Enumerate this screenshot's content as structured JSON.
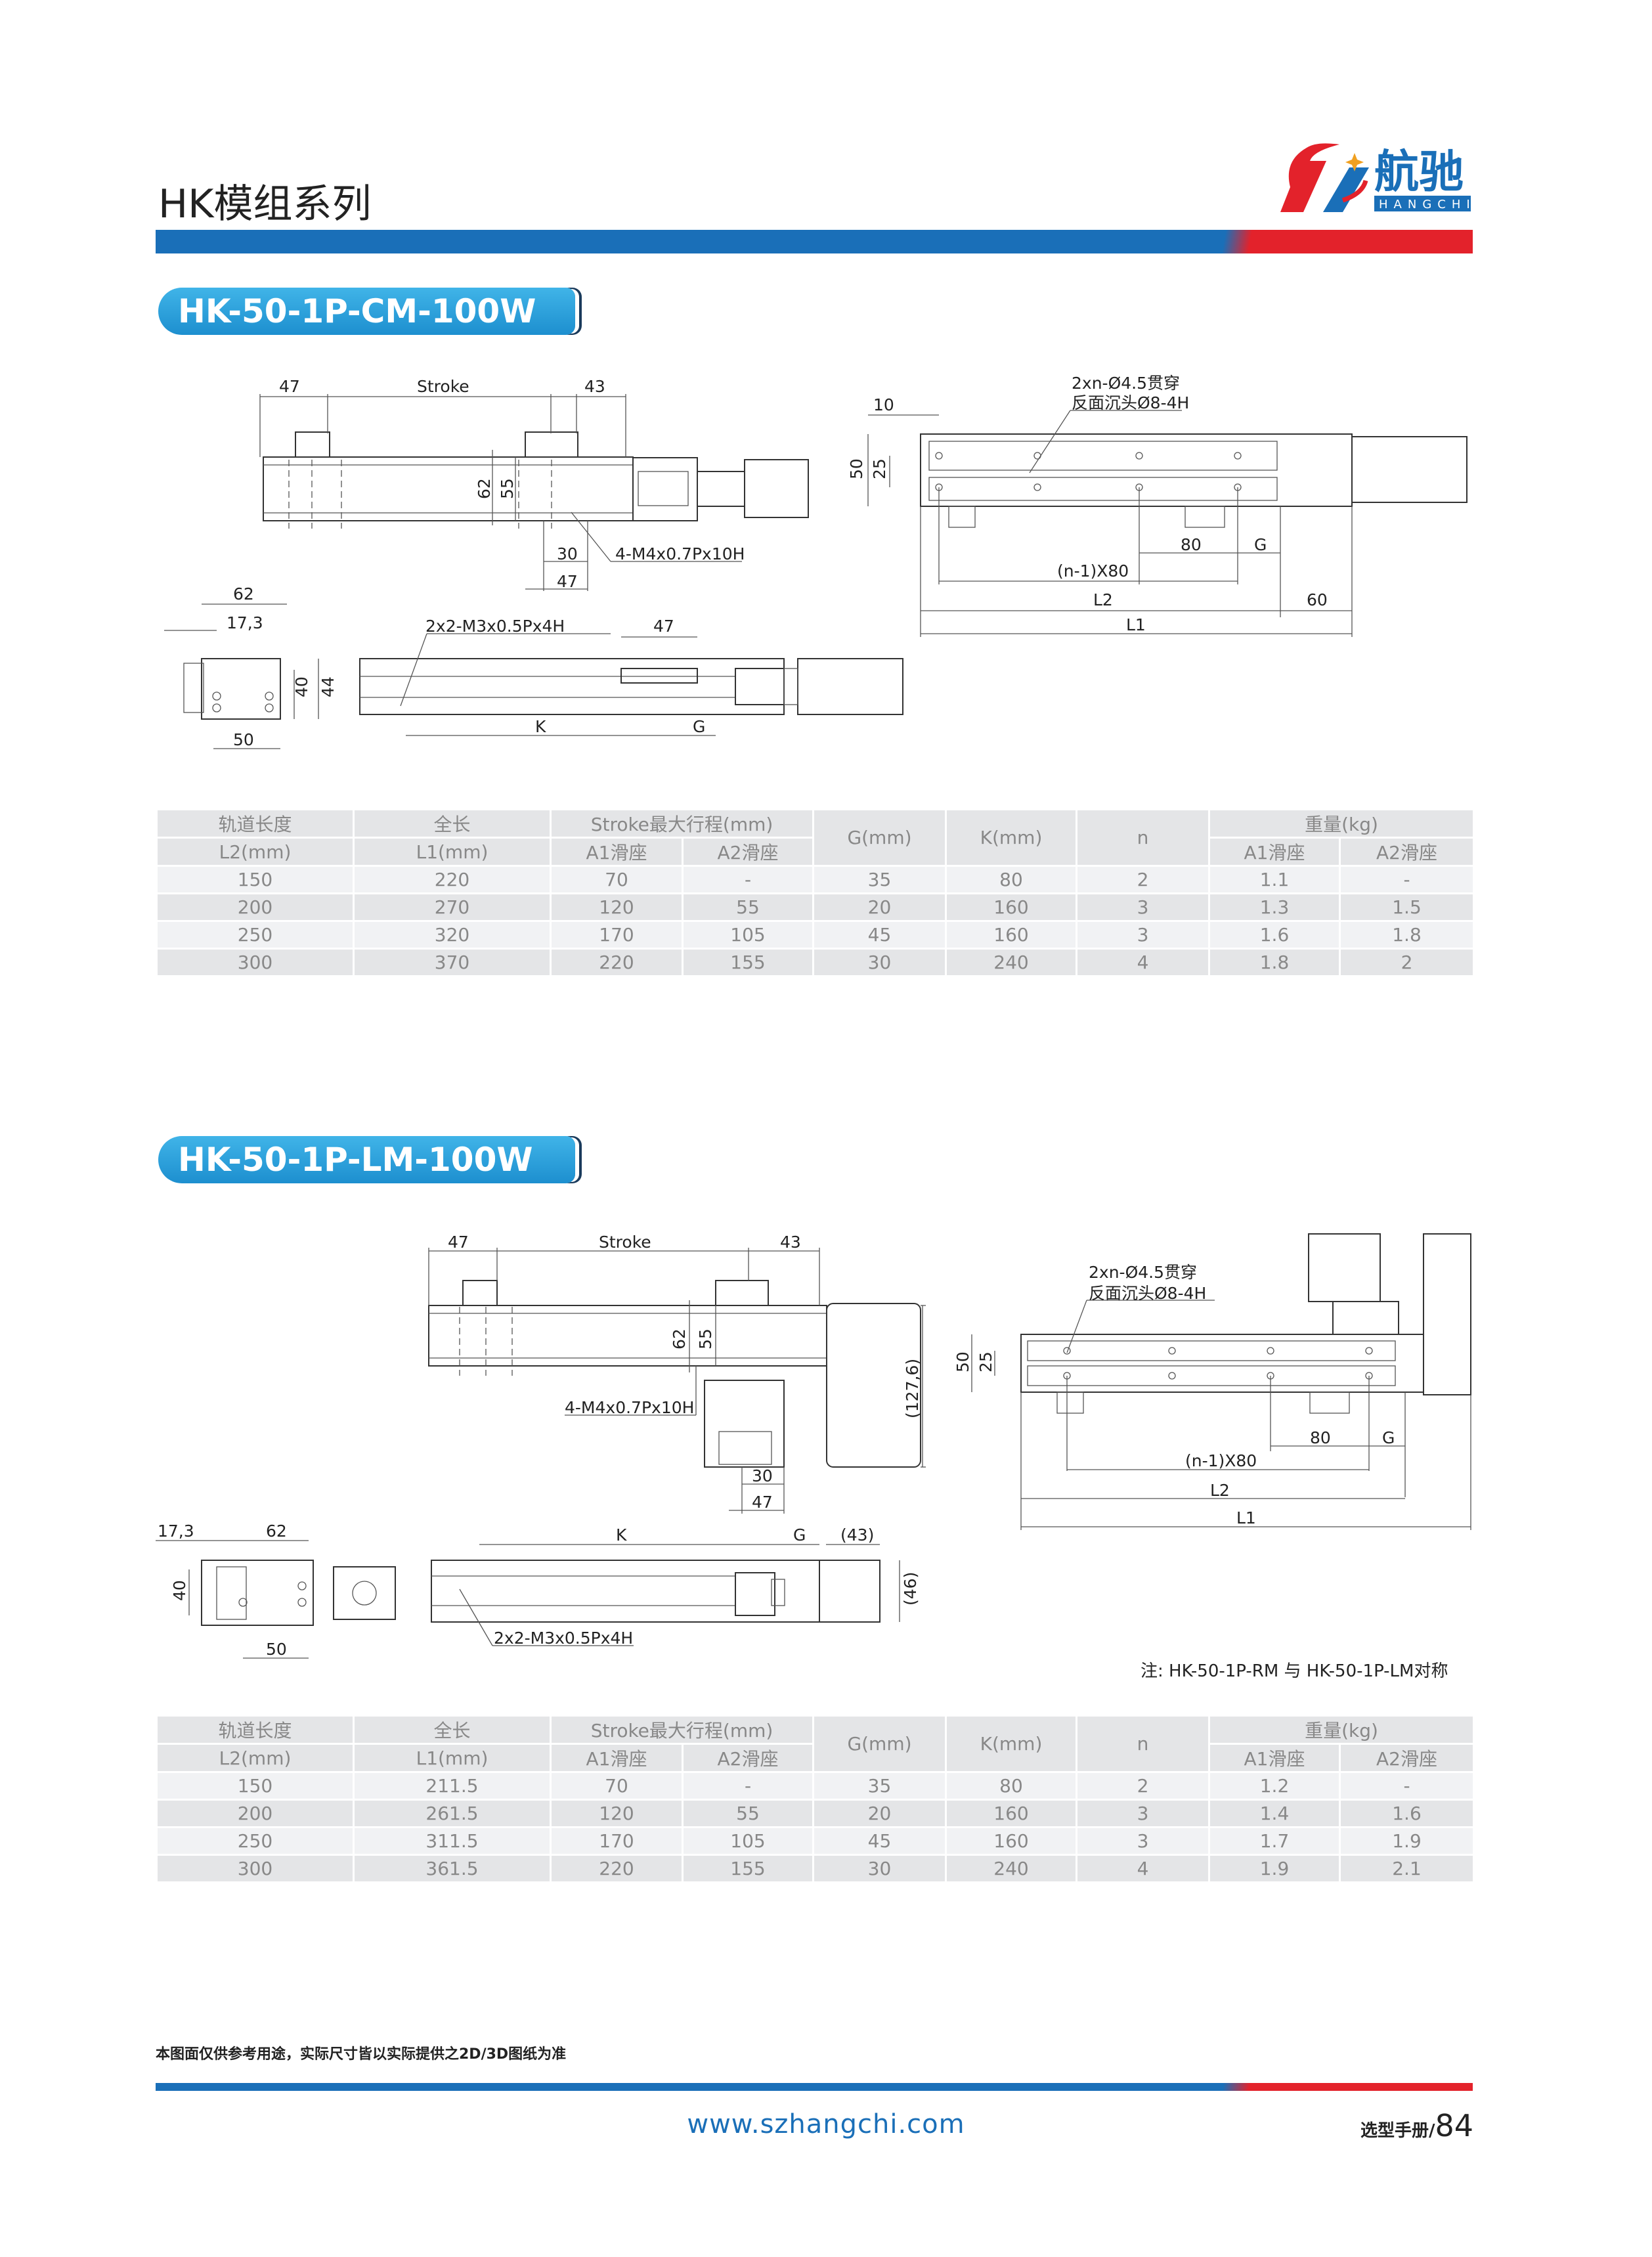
{
  "header": {
    "title": "HK模组系列",
    "logo": {
      "cn": "航驰",
      "en": "HANGCHI"
    },
    "colors": {
      "blue": "#1a6fb8",
      "red": "#e3222b"
    }
  },
  "sections": [
    {
      "title": "HK-50-1P-CM-100W",
      "drawing": {
        "top": {
          "d47a": "47",
          "stroke": "Stroke",
          "d43": "43",
          "d62": "62",
          "d55": "55",
          "d30": "30",
          "d47b": "47",
          "thread": "4-M4x0.7Px10H"
        },
        "side": {
          "hole1": "2xn-Ø4.5贯穿",
          "hole2": "反面沉头Ø8-4H",
          "d10": "10",
          "d50": "50",
          "d25": "25",
          "d80": "80",
          "g": "G",
          "pitch": "(n-1)X80",
          "l2": "L2",
          "d60": "60",
          "l1": "L1"
        },
        "end": {
          "d62": "62",
          "d173": "17,3",
          "d40": "40",
          "d44": "44",
          "d50": "50"
        },
        "front": {
          "thread": "2x2-M3x0.5Px4H",
          "d47": "47",
          "k": "K",
          "g": "G"
        }
      },
      "table": {
        "rows": [
          [
            "150",
            "220",
            "70",
            "-",
            "35",
            "80",
            "2",
            "1.1",
            "-"
          ],
          [
            "200",
            "270",
            "120",
            "55",
            "20",
            "160",
            "3",
            "1.3",
            "1.5"
          ],
          [
            "250",
            "320",
            "170",
            "105",
            "45",
            "160",
            "3",
            "1.6",
            "1.8"
          ],
          [
            "300",
            "370",
            "220",
            "155",
            "30",
            "240",
            "4",
            "1.8",
            "2"
          ]
        ]
      }
    },
    {
      "title": "HK-50-1P-LM-100W",
      "drawing": {
        "top": {
          "d47a": "47",
          "stroke": "Stroke",
          "d43": "43",
          "d62": "62",
          "d55": "55",
          "d1276": "(127,6)",
          "thread": "4-M4x0.7Px10H",
          "d30": "30",
          "d47b": "47"
        },
        "side": {
          "hole1": "2xn-Ø4.5贯穿",
          "hole2": "反面沉头Ø8-4H",
          "d50": "50",
          "d25": "25",
          "d80": "80",
          "g": "G",
          "pitch": "(n-1)X80",
          "l2": "L2",
          "l1": "L1"
        },
        "end": {
          "d173": "17,3",
          "d62": "62",
          "d40": "40",
          "d50": "50"
        },
        "front": {
          "k": "K",
          "g": "G",
          "d43": "(43)",
          "d46": "(46)",
          "thread": "2x2-M3x0.5Px4H"
        }
      },
      "note": "注:  HK-50-1P-RM 与 HK-50-1P-LM对称",
      "table": {
        "rows": [
          [
            "150",
            "211.5",
            "70",
            "-",
            "35",
            "80",
            "2",
            "1.2",
            "-"
          ],
          [
            "200",
            "261.5",
            "120",
            "55",
            "20",
            "160",
            "3",
            "1.4",
            "1.6"
          ],
          [
            "250",
            "311.5",
            "170",
            "105",
            "45",
            "160",
            "3",
            "1.7",
            "1.9"
          ],
          [
            "300",
            "361.5",
            "220",
            "155",
            "30",
            "240",
            "4",
            "1.9",
            "2.1"
          ]
        ]
      }
    }
  ],
  "table_headers": {
    "l2_top": "轨道长度",
    "l2_bottom": "L2(mm)",
    "l1_top": "全长",
    "l1_bottom": "L1(mm)",
    "stroke": "Stroke最大行程(mm)",
    "a1": "A1滑座",
    "a2": "A2滑座",
    "g": "G(mm)",
    "k": "K(mm)",
    "n": "n",
    "weight": "重量(kg)"
  },
  "footer": {
    "disclaimer": "本图面仅供参考用途，实际尺寸皆以实际提供之2D/3D图纸为准",
    "url": "www.szhangchi.com",
    "manual": "选型手册/",
    "page": "84"
  }
}
